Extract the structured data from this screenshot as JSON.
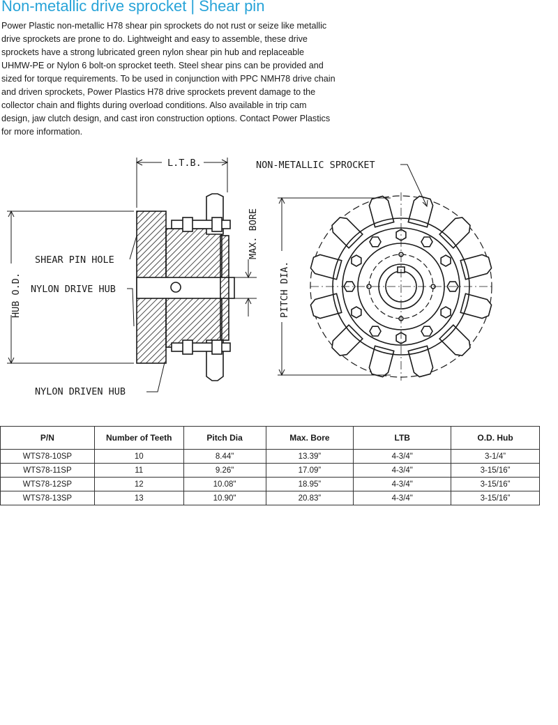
{
  "title": "Non-metallic drive sprocket | Shear pin",
  "description": "Power Plastic non-metallic H78 shear pin sprockets do not rust or seize like metallic drive sprockets are prone to do. Lightweight and easy to assemble, these drive sprockets have a strong lubricated green nylon shear pin hub and replaceable UHMW-PE or Nylon 6 bolt-on sprocket teeth. Steel shear pins can be provided and sized for torque requirements. To be used in conjunction with PPC NMH78 drive chain and driven sprockets, Power Plastics H78 drive sprockets prevent damage to the collector chain and flights during overload conditions. Also available in trip cam design, jaw clutch design, and cast iron construction options. Contact Power Plastics for more information.",
  "drawing": {
    "labels": {
      "ltb": "L.T.B.",
      "non_metallic_sprocket": "NON-METALLIC SPROCKET",
      "max_bore": "MAX. BORE",
      "hub_od": "HUB O.D.",
      "shear_pin_hole": "SHEAR PIN HOLE",
      "nylon_drive_hub": "NYLON DRIVE HUB",
      "pitch_dia": "PITCH DIA.",
      "nylon_driven_hub": "NYLON DRIVEN HUB"
    }
  },
  "table": {
    "headers": [
      "P/N",
      "Number of Teeth",
      "Pitch Dia",
      "Max. Bore",
      "LTB",
      "O.D. Hub"
    ],
    "rows": [
      [
        "WTS78-10SP",
        "10",
        "8.44\"",
        "13.39”",
        "4-3/4\"",
        "3-1/4”"
      ],
      [
        "WTS78-11SP",
        "11",
        "9.26\"",
        "17.09”",
        "4-3/4\"",
        "3-15/16”"
      ],
      [
        "WTS78-12SP",
        "12",
        "10.08\"",
        "18.95”",
        "4-3/4\"",
        "3-15/16”"
      ],
      [
        "WTS78-13SP",
        "13",
        "10.90\"",
        "20.83”",
        "4-3/4\"",
        "3-15/16”"
      ]
    ]
  }
}
